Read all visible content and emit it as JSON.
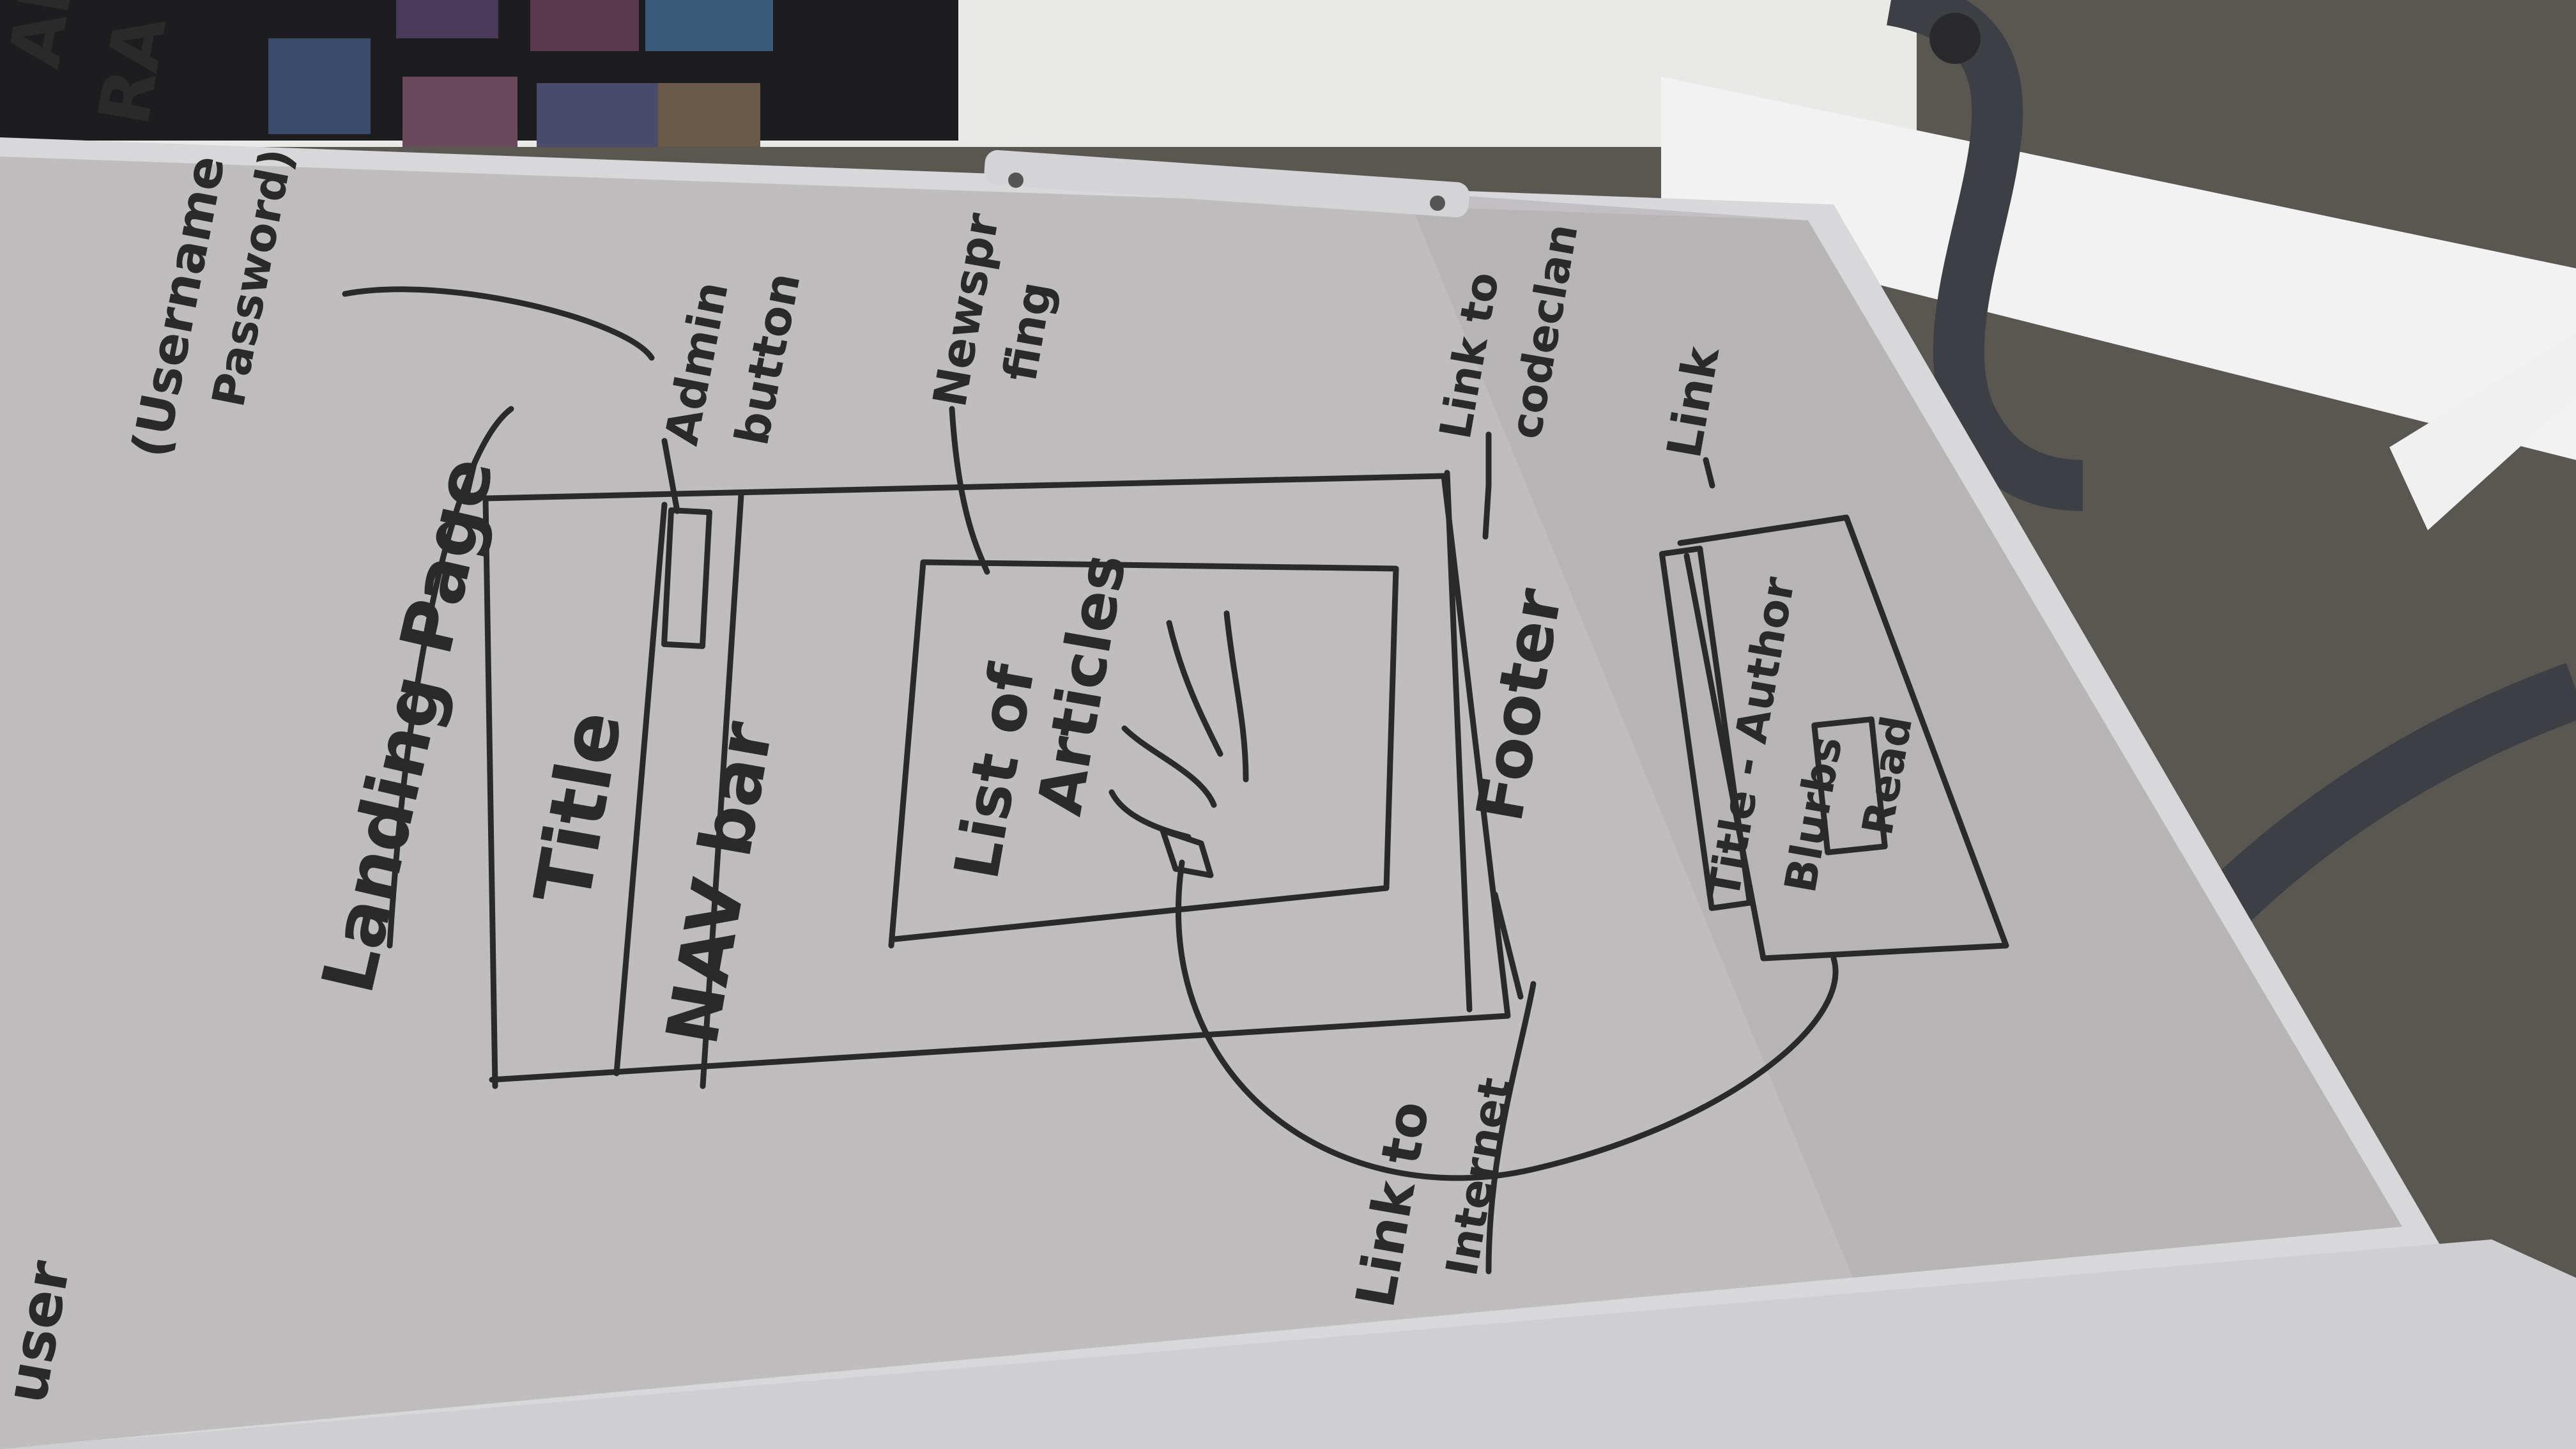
{
  "scene": {
    "subject": "whiteboard-wireframe-sketch",
    "colors": {
      "board": "#bfbcbe",
      "board_shadow": "#a7a4a6",
      "frame": "#d6d6d8",
      "marker": "#2a2a2a",
      "carpet": "#56534f",
      "wall": "#e8e8e6",
      "desk": "#f1f1f1",
      "pole": "#3a3d40"
    }
  },
  "sketch": {
    "page_heading": "Landing Page",
    "login_note_line1": "(Username",
    "login_note_line2": "Password)",
    "admin_note_line1": "Admin",
    "admin_note_line2": "button",
    "title_box": "Title",
    "nav_box": "NAV bar",
    "articles_line1": "List of",
    "articles_line2": "Articles",
    "newsfeed_line1": "Newspr",
    "newsfeed_line2": "fing",
    "footer_box": "Footer",
    "link_codeclan_line1": "Link to",
    "link_codeclan_line2": "codeclan",
    "link_note": "Link",
    "card_line1": "Title - Author",
    "card_line2": "Blurbs",
    "card_button": "Read",
    "link_internet_line1": "Link to",
    "link_internet_line2": "Internet",
    "edge_text": "user"
  },
  "background": {
    "poster_text_line1": "AN",
    "poster_text_line2": "RA"
  }
}
